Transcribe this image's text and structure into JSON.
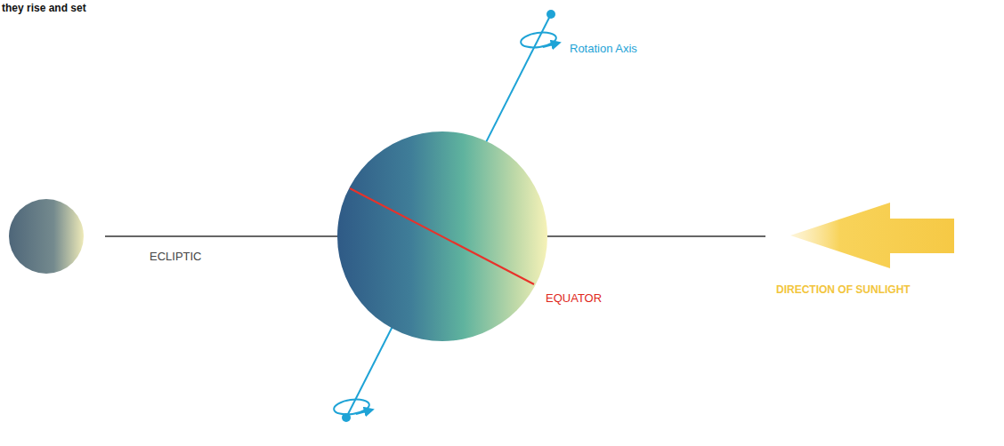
{
  "diagram": {
    "labels": [
      "they rise and set",
      "Rotation Axis",
      "ECLIPTIC",
      "EQUATOR",
      "DIRECTION OF SUNLIGHT"
    ]
  }
}
